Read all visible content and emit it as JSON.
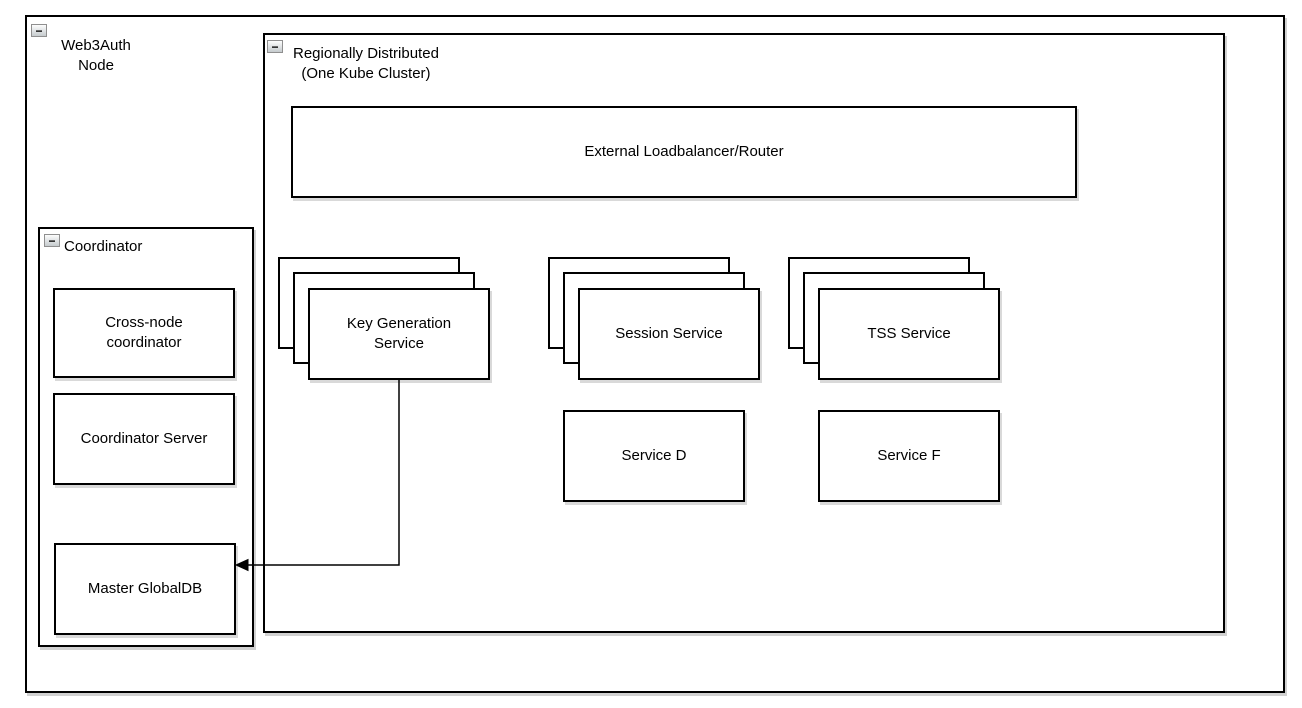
{
  "colors": {
    "border": "#000000",
    "background": "#ffffff",
    "shadow": "rgba(0,0,0,0.18)"
  },
  "icons": {
    "collapse": "−"
  },
  "web3auth": {
    "title": "Web3Auth\nNode"
  },
  "regional": {
    "title": "Regionally Distributed\n(One Kube Cluster)"
  },
  "regional_nodes": {
    "loadbalancer": "External Loadbalancer/Router",
    "keygen": "Key Generation\nService",
    "session": "Session Service",
    "tss": "TSS Service",
    "service_d": "Service D",
    "service_f": "Service F"
  },
  "coordinator": {
    "title": "Coordinator",
    "cross_node": "Cross-node\ncoordinator",
    "server": "Coordinator Server",
    "globaldb": "Master GlobalDB"
  },
  "connector": {
    "from": "Key Generation Service",
    "to": "Master GlobalDB",
    "style": "orthogonal-arrow"
  }
}
